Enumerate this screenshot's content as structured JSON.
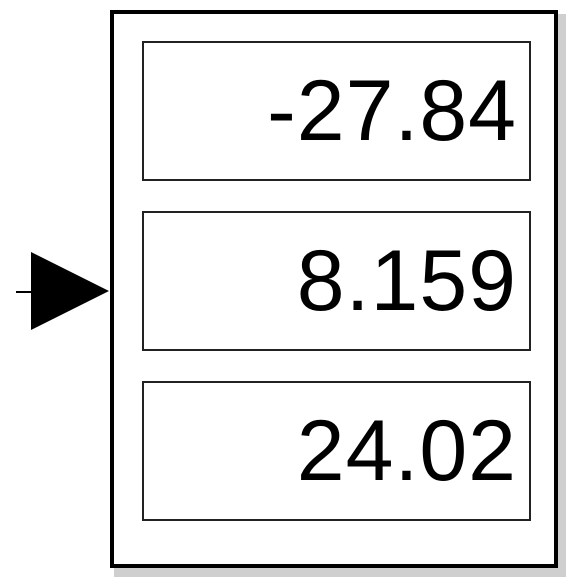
{
  "display_block": {
    "values": [
      "-27.84",
      "8.159",
      "24.02"
    ]
  },
  "icons": {
    "input_port": "input-port-arrow-icon"
  }
}
